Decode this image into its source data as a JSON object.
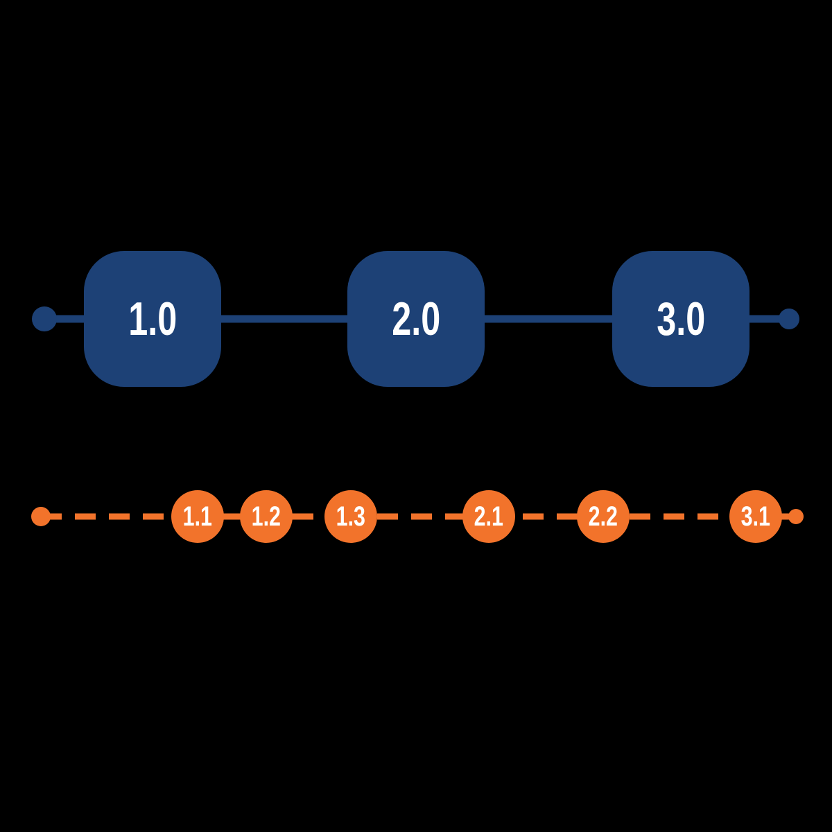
{
  "palette": {
    "background": "#000000",
    "major_color": "#1D4176",
    "minor_color": "#F2732B",
    "label_color": "#FFFFFF"
  },
  "major_track": {
    "line_style": "solid",
    "nodes": [
      {
        "label": "1.0"
      },
      {
        "label": "2.0"
      },
      {
        "label": "3.0"
      }
    ]
  },
  "minor_track": {
    "line_style": "dashed",
    "nodes": [
      {
        "label": "1.1"
      },
      {
        "label": "1.2"
      },
      {
        "label": "1.3"
      },
      {
        "label": "2.1"
      },
      {
        "label": "2.2"
      },
      {
        "label": "3.1"
      }
    ]
  }
}
